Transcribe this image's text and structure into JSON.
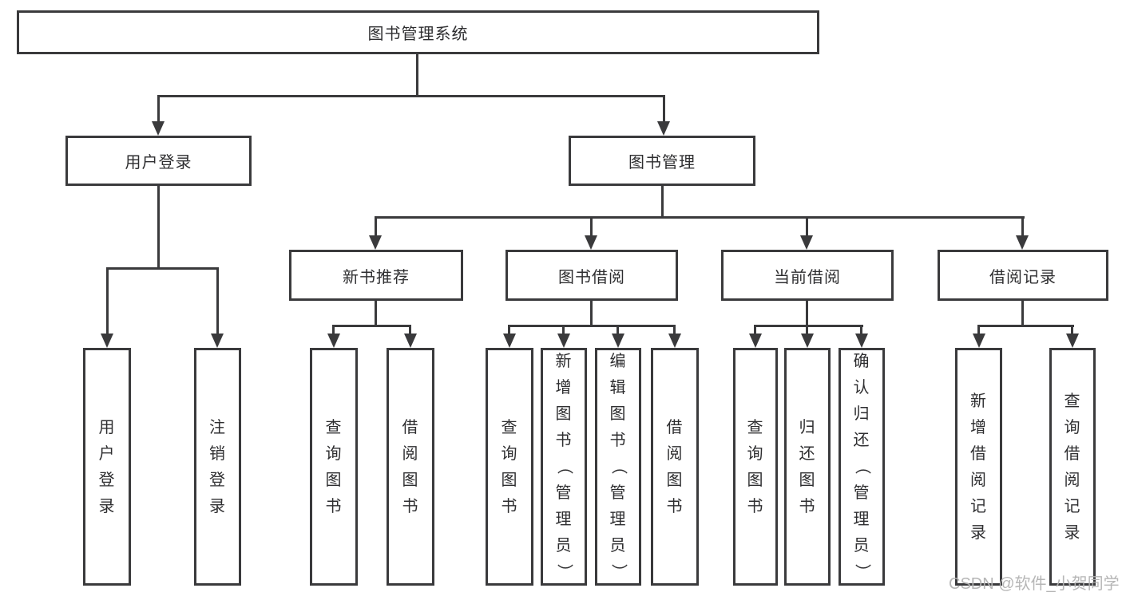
{
  "tree": {
    "root": {
      "label": "图书管理系统",
      "children": [
        {
          "label": "用户登录",
          "children": [
            {
              "label": "用户登录"
            },
            {
              "label": "注销登录"
            }
          ]
        },
        {
          "label": "图书管理",
          "children": [
            {
              "label": "新书推荐",
              "children": [
                {
                  "label": "查询图书"
                },
                {
                  "label": "借阅图书"
                }
              ]
            },
            {
              "label": "图书借阅",
              "children": [
                {
                  "label": "查询图书"
                },
                {
                  "label": "新增图书（管理员）"
                },
                {
                  "label": "编辑图书（管理员）"
                },
                {
                  "label": "借阅图书"
                }
              ]
            },
            {
              "label": "当前借阅",
              "children": [
                {
                  "label": "查询图书"
                },
                {
                  "label": "归还图书"
                },
                {
                  "label": "确认归还（管理员）"
                }
              ]
            },
            {
              "label": "借阅记录",
              "children": [
                {
                  "label": "新增借阅记录"
                },
                {
                  "label": "查询借阅记录"
                }
              ]
            }
          ]
        }
      ]
    }
  },
  "watermark": {
    "text": "CSDN @软件_小贺同学"
  },
  "colors": {
    "line": "#3a3a3c",
    "text": "#2e2e30",
    "watermark": "#b3b3b3",
    "background": "#ffffff"
  }
}
